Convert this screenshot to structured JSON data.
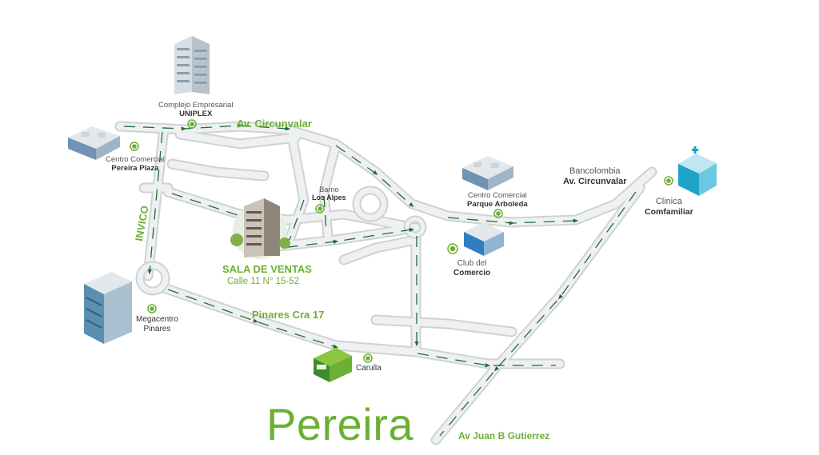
{
  "city": "Pereira",
  "roads": {
    "circunvalar": "Av. Circunvalar",
    "invico": "INVICO",
    "pinares": "Pinares Cra 17",
    "juan_b": "Av Juan B Gutierrez"
  },
  "sales_room": {
    "title": "SALA DE VENTAS",
    "address": "Calle 11 N° 15-52"
  },
  "places": {
    "uniplex": {
      "line1": "Complejo Empresarial",
      "line2": "UNIPLEX"
    },
    "pereira_plaza": {
      "line1": "Centro Comercial",
      "line2": "Pereira Plaza"
    },
    "los_alpes": {
      "line1": "Barrio",
      "line2": "Los Alpes"
    },
    "parque_arboleda": {
      "line1": "Centro Comercial",
      "line2": "Parque Arboleda"
    },
    "bancolombia": {
      "line1": "Bancolombia",
      "line2": "Av. Circunvalar"
    },
    "comfamiliar": {
      "line1": "Clinica",
      "line2": "Comfamiliar"
    },
    "club_comercio": {
      "line1": "Club del",
      "line2": "Comercio"
    },
    "megacentro": {
      "line1": "Megacentro",
      "line2": "Pinares"
    },
    "carulla": {
      "line1": "",
      "line2": "Carulla"
    }
  },
  "colors": {
    "brand_green": "#6bb034",
    "road_fill": "#e9eaeb",
    "road_edge": "#cfd2d4",
    "arrow": "#1f6b3a",
    "marker": "#6bb034"
  }
}
